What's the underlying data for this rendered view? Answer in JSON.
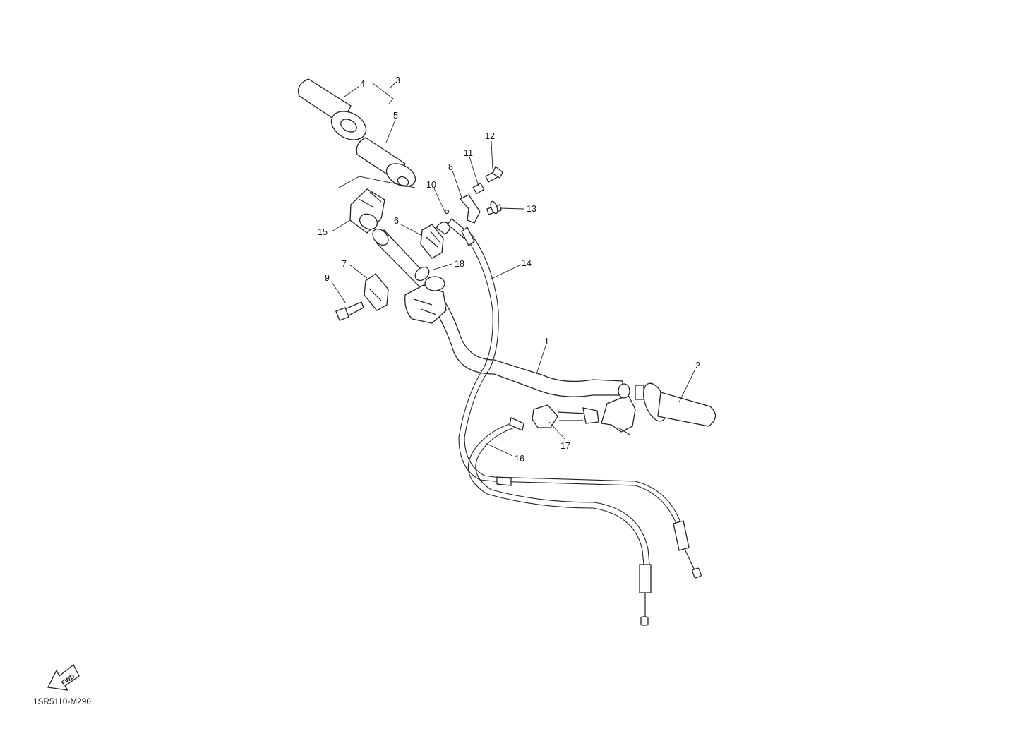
{
  "diagram": {
    "code": "1SR5110-M290",
    "direction_label": "FWD",
    "callouts": [
      "1",
      "2",
      "3",
      "4",
      "5",
      "6",
      "7",
      "8",
      "9",
      "10",
      "11",
      "12",
      "13",
      "14",
      "15",
      "16",
      "17",
      "18"
    ]
  },
  "colors": {
    "line": "#222222",
    "background": "#ffffff"
  }
}
